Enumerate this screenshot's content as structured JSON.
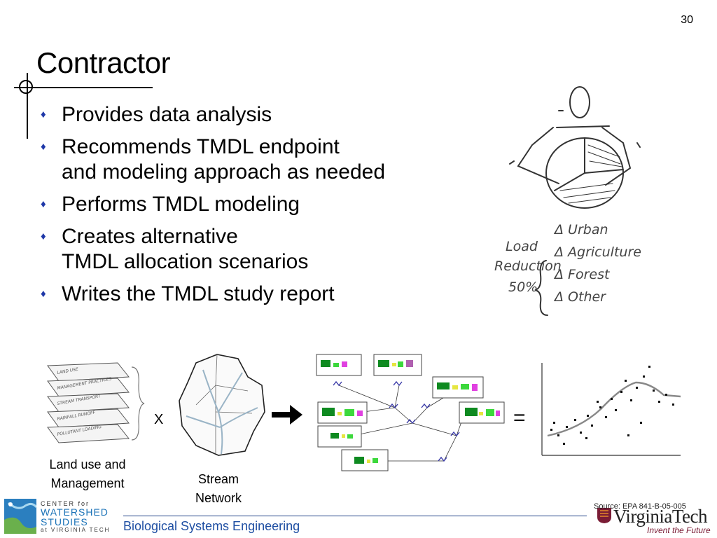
{
  "slide": {
    "page_number": "30",
    "title": "Contractor",
    "bullets": [
      {
        "line1": "Provides data analysis",
        "line2": ""
      },
      {
        "line1": "Recommends TMDL endpoint",
        "line2": "and modeling approach as needed"
      },
      {
        "line1": "Performs TMDL modeling",
        "line2": ""
      },
      {
        "line1": "Creates alternative",
        "line2": "TMDL allocation scenarios"
      },
      {
        "line1": "Writes the TMDL study report",
        "line2": ""
      }
    ],
    "bullet_glyph": "♦",
    "bullet_color": "#1f38a8"
  },
  "sketch": {
    "load_reduction": [
      "Load",
      "Reduction",
      "50%"
    ],
    "categories": [
      "Δ Urban",
      "Δ Agriculture",
      "Δ Forest",
      "Δ Other"
    ]
  },
  "diagram": {
    "layer_labels": [
      "LAND USE",
      "MANAGEMENT PRACTICES",
      "STREAM TRANSPORT",
      "RAINFALL RUNOFF",
      "POLLUTANT LOADING"
    ],
    "landuse_caption_1": "Land use and",
    "landuse_caption_2": "Management",
    "stream_caption_1": "Stream",
    "stream_caption_2": "Network",
    "times_sign": "X",
    "equals_sign": "="
  },
  "footer": {
    "department": "Biological Systems Engineering",
    "source": "Source: EPA 841-B-05-005",
    "center_line1": "CENTER for",
    "center_line2": "WATERSHED",
    "center_line3": "STUDIES",
    "center_line4": "at VIRGINIA TECH",
    "vt_name": "VirginiaTech",
    "vt_tagline": "Invent the Future",
    "accent_color": "#1f4fa3"
  }
}
